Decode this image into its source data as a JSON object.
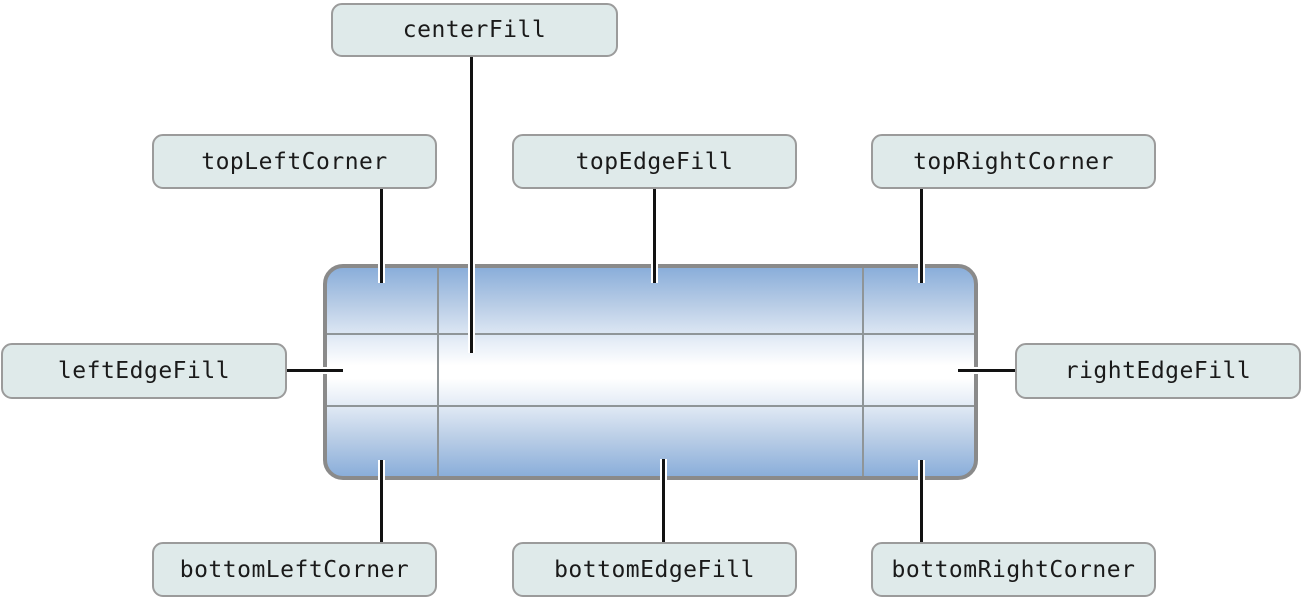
{
  "diagram": {
    "type": "nine-part-image-regions",
    "labels": {
      "centerFill": "centerFill",
      "topLeftCorner": "topLeftCorner",
      "topEdgeFill": "topEdgeFill",
      "topRightCorner": "topRightCorner",
      "leftEdgeFill": "leftEdgeFill",
      "rightEdgeFill": "rightEdgeFill",
      "bottomLeftCorner": "bottomLeftCorner",
      "bottomEdgeFill": "bottomEdgeFill",
      "bottomRightCorner": "bottomRightCorner"
    },
    "colors": {
      "callout_fill": "#dfeaea",
      "callout_border": "#9b9b9b",
      "callout_text": "#1a1a1a",
      "image_border": "#8a8a8a",
      "image_gradient_edge": "#8aaeda",
      "image_gradient_center": "#ffffff",
      "grid_line": "#8f9598",
      "leader_line": "#121212",
      "background": "#ffffff"
    }
  }
}
